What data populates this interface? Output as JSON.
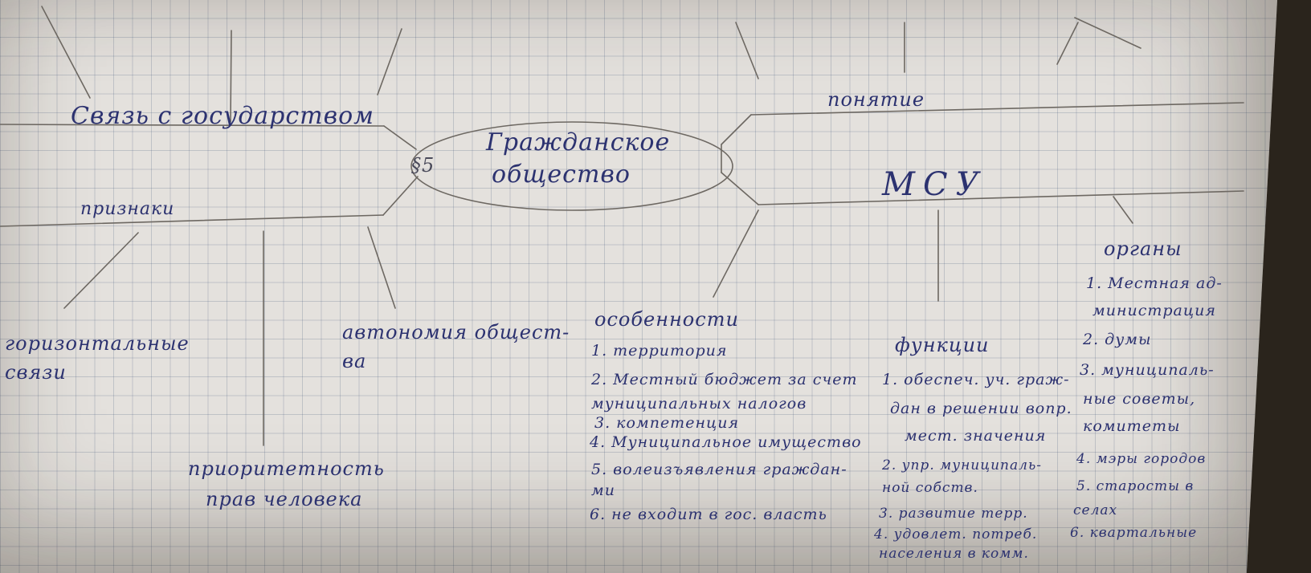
{
  "center": {
    "title_line1": "Гражданское",
    "title_line2": "общество",
    "paragraph": "§5"
  },
  "branches": {
    "links_with_state": "Связь с государством",
    "signs": "признаки",
    "horizontal_links": "горизонтальные связи",
    "autonomy_line1": "автономия общест-",
    "autonomy_line2": "ва",
    "human_rights_line1": "приоритетность",
    "human_rights_line2": "прав человека",
    "concept": "понятие",
    "msu": "МСУ"
  },
  "features": {
    "heading": "особенности",
    "items": [
      "1. территория",
      "2. Местный бюджет за счет",
      "муниципальных налогов",
      "3. компетенция",
      "4. Муниципальное имущество",
      "5. волеизъявления граждан-",
      "ми",
      "6. не входит в гос. власть"
    ]
  },
  "functions": {
    "heading": "функции",
    "items": [
      "1. обеспеч. уч. граж-",
      "дан в решении вопр.",
      "мест. значения",
      "2. упр. муниципаль-",
      "ной собств.",
      "3. развитие терр.",
      "4. удовлет. потреб.",
      "населения в комм."
    ]
  },
  "organs": {
    "heading": "органы",
    "items": [
      "1. Местная ад-",
      "министрация",
      "2. думы",
      "3. муниципаль-",
      "ные советы,",
      "комитеты",
      "4. мэры городов",
      "5. старосты в",
      "селах",
      "6. квартальные"
    ]
  },
  "colors": {
    "ink": "#2c3270",
    "pencil": "#6d6862",
    "paper": "#e4e1dd",
    "grid": "#8a98b8"
  }
}
